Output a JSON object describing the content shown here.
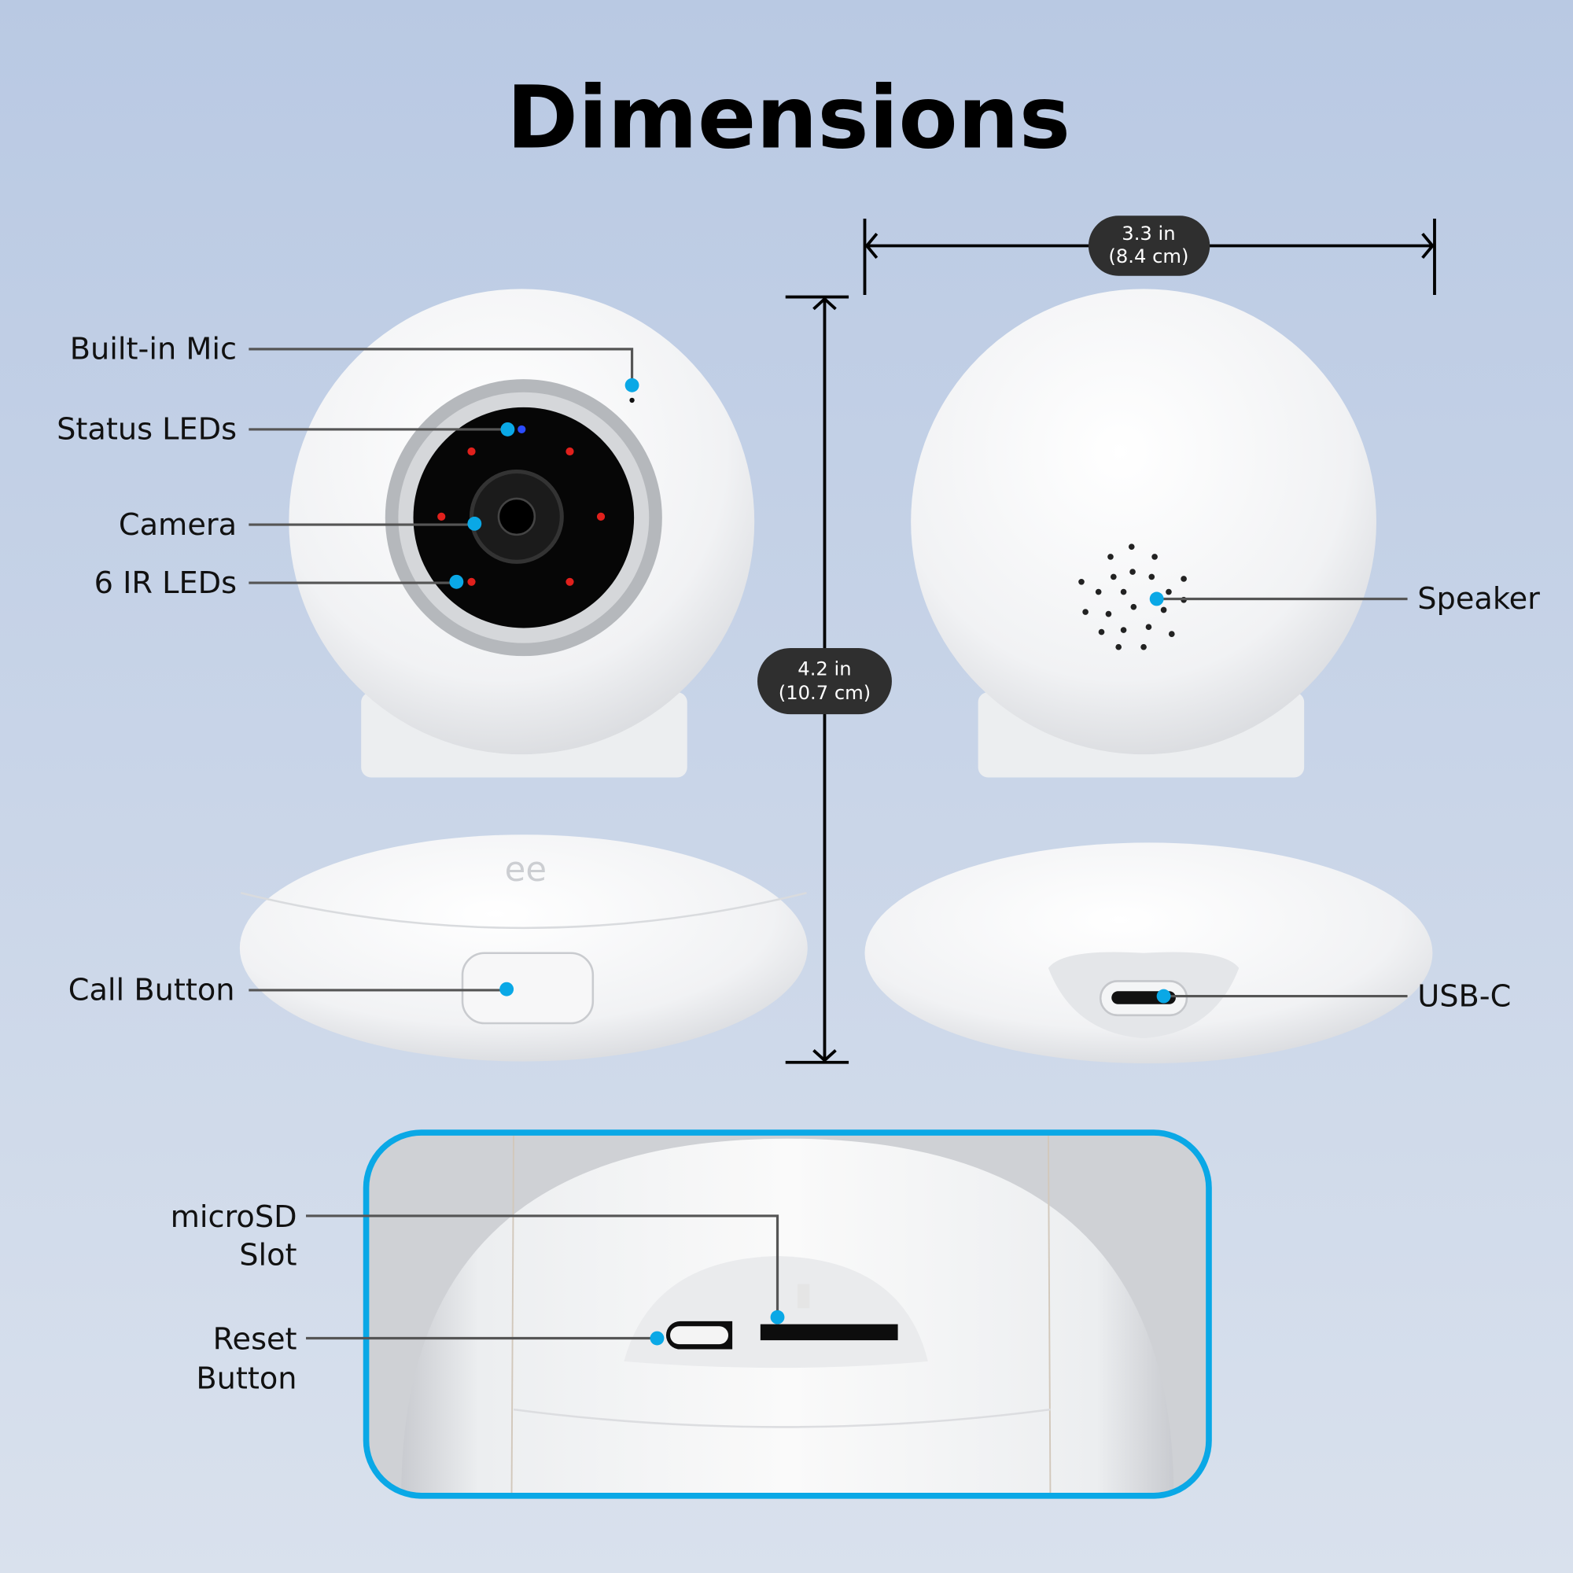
{
  "title": "Dimensions",
  "dimensions": {
    "width": {
      "line1": "3.3 in",
      "line2": "(8.4 cm)"
    },
    "height": {
      "line1": "4.2 in",
      "line2": "(10.7 cm)"
    }
  },
  "front_labels": {
    "mic": "Built-in Mic",
    "status_leds": "Status LEDs",
    "camera": "Camera",
    "ir_leds": "6 IR LEDs",
    "call_button": "Call Button"
  },
  "back_labels": {
    "speaker": "Speaker",
    "usb_c": "USB-C"
  },
  "detail_labels": {
    "microsd_line1": "microSD",
    "microsd_line2": "Slot",
    "reset_line1": "Reset",
    "reset_line2": "Button"
  },
  "colors": {
    "accent": "#0aa8e6",
    "pill": "#2f2f2f",
    "bg_top": "#b9c9e3",
    "bg_bottom": "#d9e1ed"
  }
}
